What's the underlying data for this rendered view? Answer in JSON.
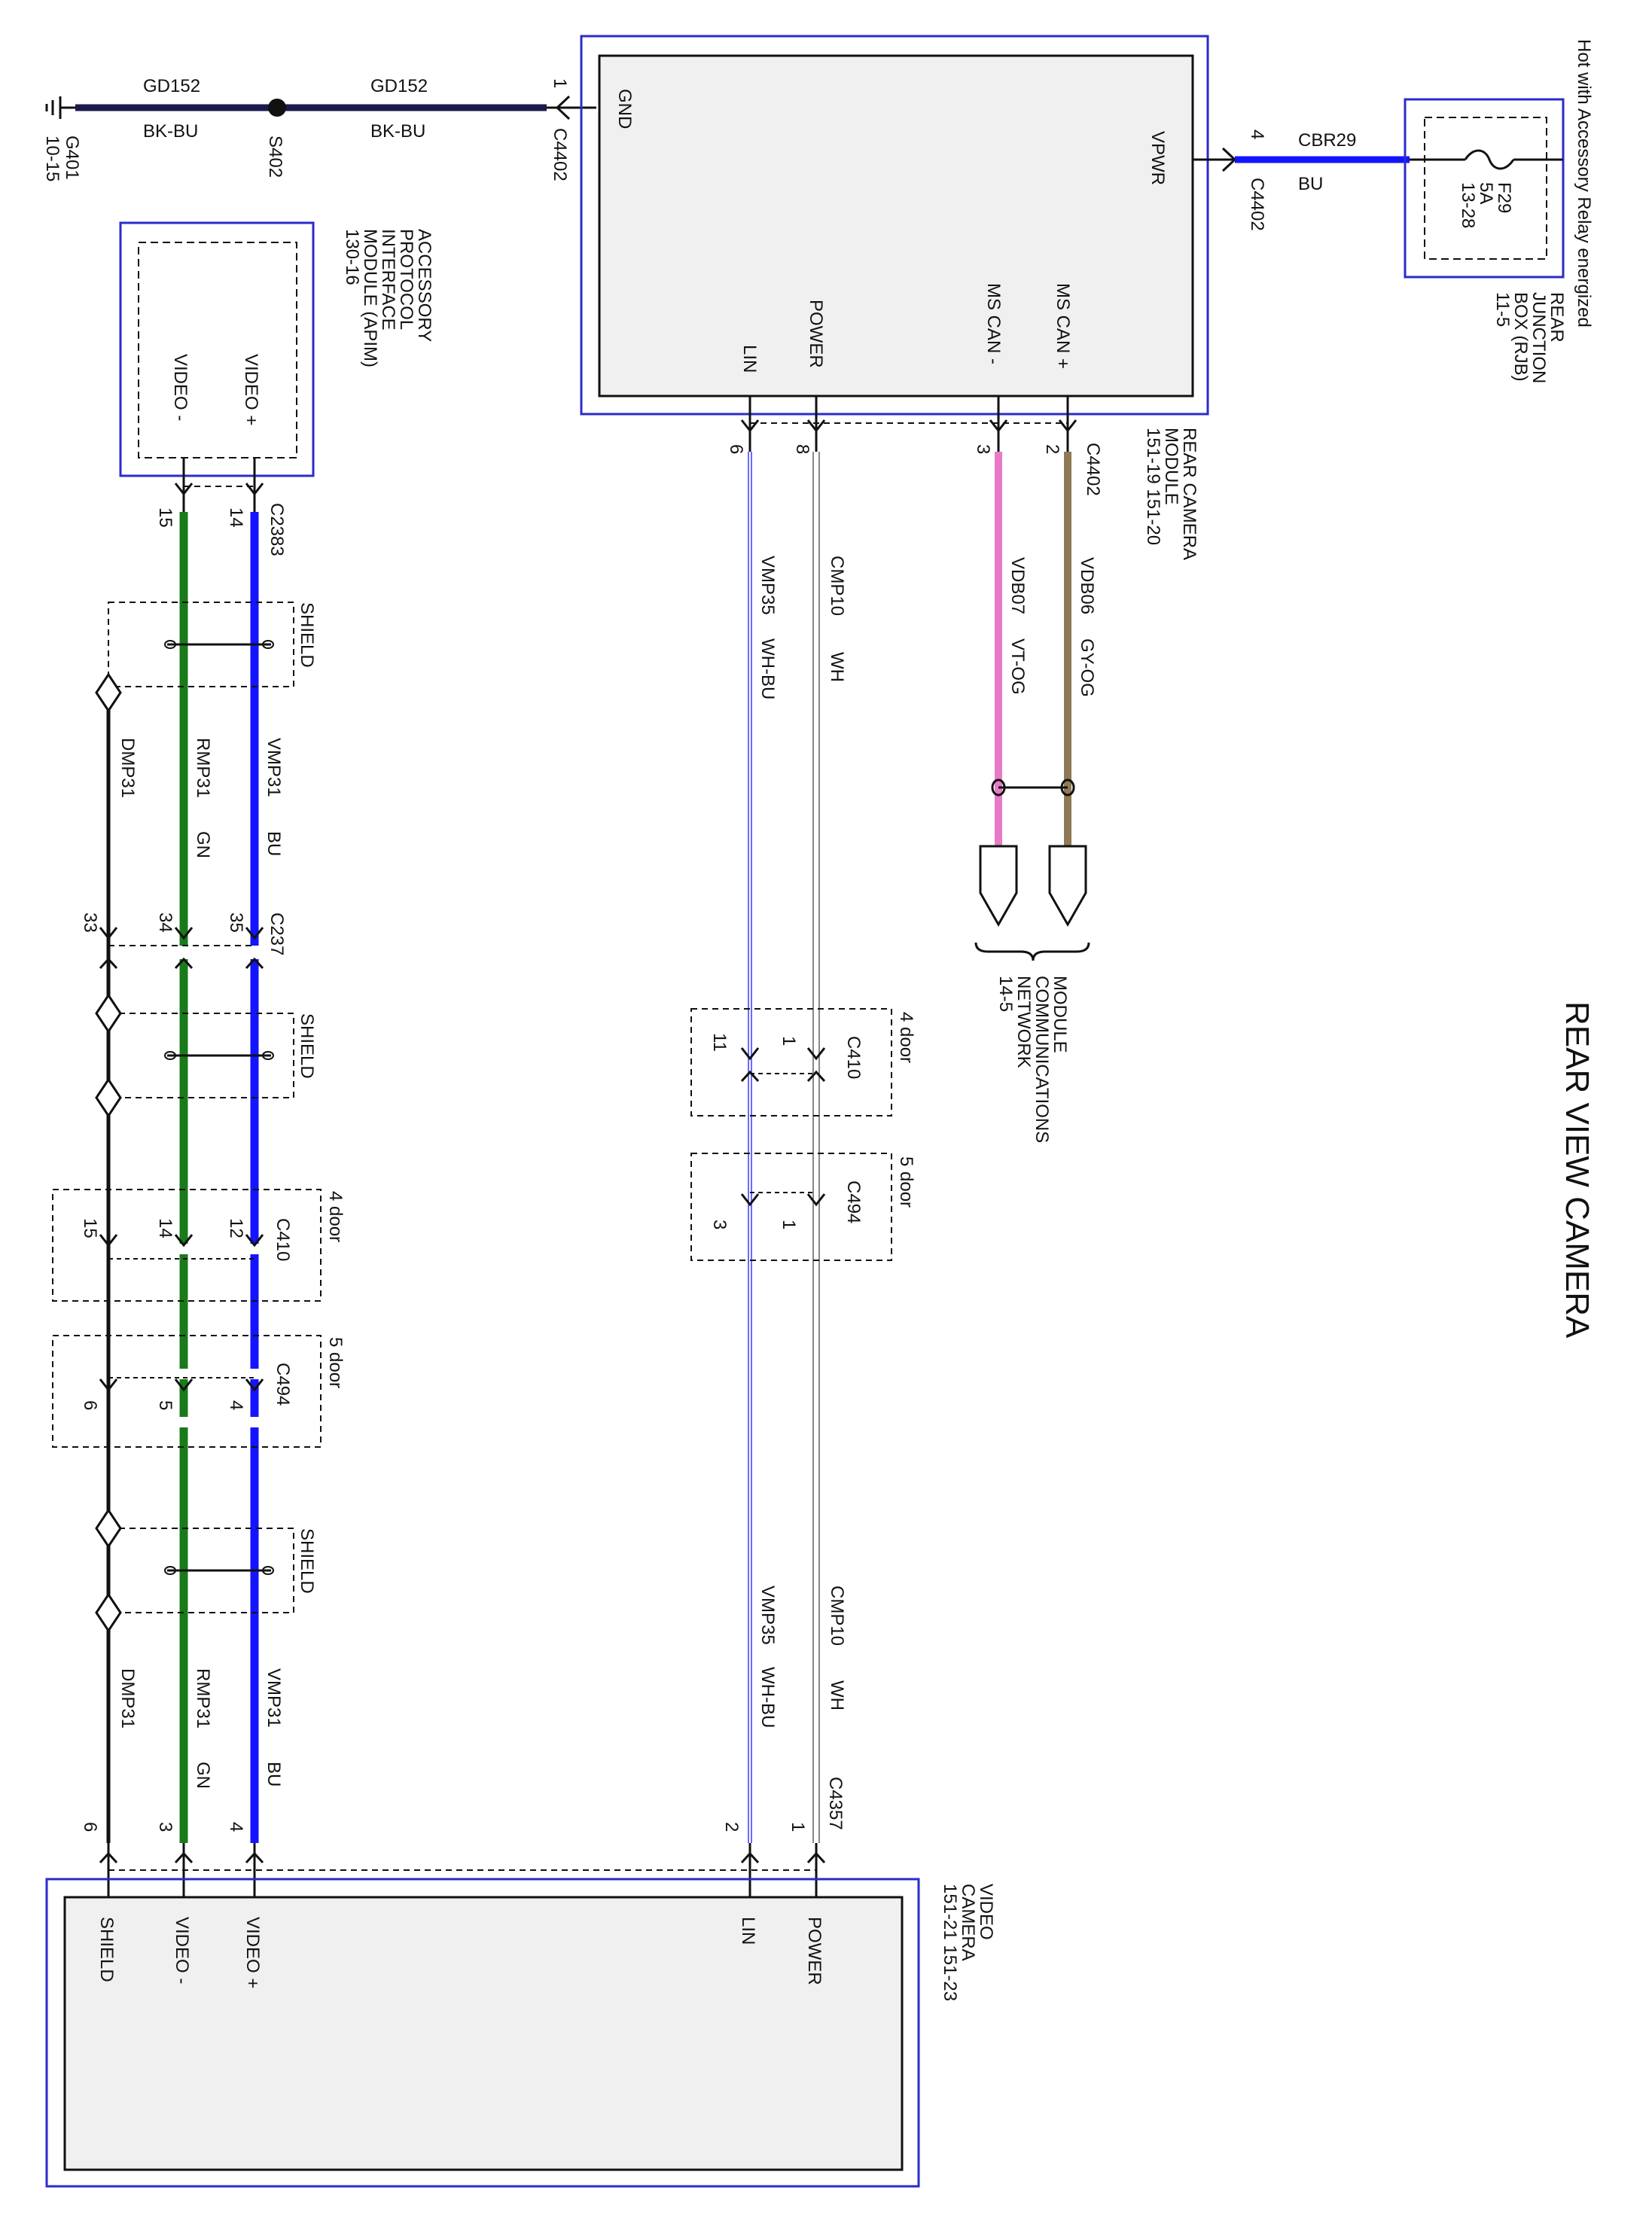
{
  "title": "REAR VIEW CAMERA",
  "ground": {
    "id": "G401",
    "ref": "10-15"
  },
  "splice": {
    "id": "S402"
  },
  "gnd_wires": [
    {
      "circuit": "GD152",
      "color": "BK-BU"
    },
    {
      "circuit": "GD152",
      "color": "BK-BU"
    }
  ],
  "rcm": {
    "name_lines": [
      "REAR CAMERA",
      "MODULE",
      "151-19   151-20"
    ],
    "gnd_pin": "GND",
    "gnd_pin_no": "1",
    "gnd_conn": "C4402",
    "vpwr_pin": "VPWR",
    "vpwr_pin_no": "4",
    "vpwr_conn": "C4402",
    "bottom_conn": "C4402",
    "pins": [
      {
        "label": "LIN",
        "no": "6"
      },
      {
        "label": "POWER",
        "no": "8"
      },
      {
        "label": "MS CAN -",
        "no": "3"
      },
      {
        "label": "MS CAN +",
        "no": "2"
      }
    ]
  },
  "rjb": {
    "name_lines": [
      "REAR",
      "JUNCTION",
      "BOX (RJB)",
      "11-5"
    ],
    "hot_label": "Hot with Accessory Relay energized",
    "fuse_lines": [
      "F29",
      "5A",
      "13-28"
    ]
  },
  "vpwr_wire": {
    "circuit": "CBR29",
    "color": "BU"
  },
  "can_wires": [
    {
      "circuit": "VDB07",
      "color": "VT-OG"
    },
    {
      "circuit": "VDB06",
      "color": "GY-OG"
    }
  ],
  "mcn": {
    "lines": [
      "MODULE",
      "COMMUNICATIONS",
      "NETWORK",
      "14-5"
    ]
  },
  "power_wires": [
    {
      "circuit": "VMP35",
      "color": "WH-BU"
    },
    {
      "circuit": "CMP10",
      "color": "WH"
    }
  ],
  "mid_conns": [
    {
      "door": "4 door",
      "conn": "C410",
      "pins": [
        "11",
        "1"
      ]
    },
    {
      "door": "5 door",
      "conn": "C494",
      "pins": [
        "3",
        "1"
      ]
    }
  ],
  "c4357": {
    "conn": "C4357",
    "pins": [
      "2",
      "1"
    ]
  },
  "apim": {
    "name_lines": [
      "ACCESSORY",
      "PROTOCOL",
      "INTERFACE",
      "MODULE (APIM)",
      "130-16"
    ],
    "pins": [
      {
        "label": "VIDEO -"
      },
      {
        "label": "VIDEO +"
      }
    ],
    "conn": "C2383",
    "pin_nos": [
      "15",
      "14"
    ]
  },
  "shield_label": "SHIELD",
  "video_wires": [
    {
      "circuit": "DMP31",
      "color": ""
    },
    {
      "circuit": "RMP31",
      "color": "GN"
    },
    {
      "circuit": "VMP31",
      "color": "BU"
    }
  ],
  "c237": {
    "conn": "C237",
    "pins": [
      "33",
      "34",
      "35"
    ]
  },
  "c410_left": {
    "door": "4 door",
    "conn": "C410",
    "pins": [
      "15",
      "14",
      "12"
    ]
  },
  "c494_left": {
    "door": "5 door",
    "conn": "C494",
    "pins": [
      "6",
      "5",
      "4"
    ]
  },
  "camera": {
    "name_lines": [
      "VIDEO",
      "CAMERA",
      "151-21  151-23"
    ],
    "pins_left": [
      "SHIELD",
      "VIDEO -",
      "VIDEO +"
    ],
    "pin_nos_left": [
      "6",
      "3",
      "4"
    ],
    "pins_right": [
      "LIN",
      "POWER"
    ]
  },
  "colors": {
    "frame": "#2b2bcc",
    "gnd_wire": "#1a1a4d",
    "blue": "#1414ff",
    "green": "#1a7a1a",
    "violet": "#e87ac8",
    "gray_orange": "#8f7a55",
    "light_blue": "#6a6aff"
  }
}
